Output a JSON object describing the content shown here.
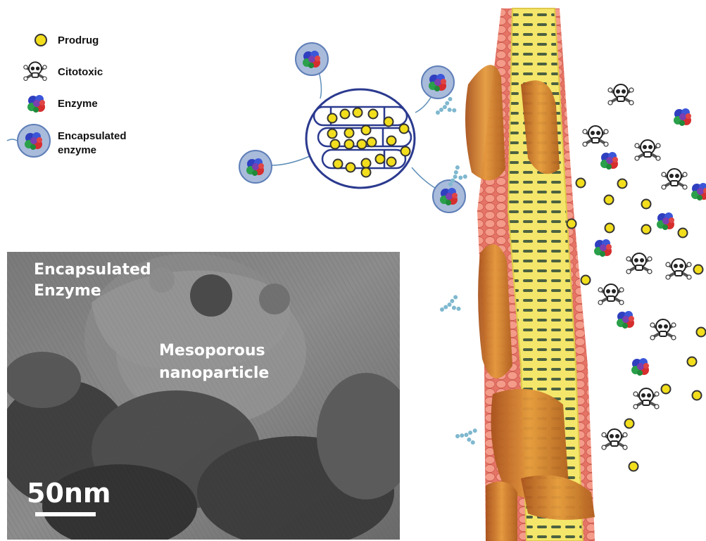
{
  "legend": {
    "prodrug": "Prodrug",
    "citotoxic": "Citotoxic",
    "enzyme": "Enzyme",
    "encapsulated_line1": "Encapsulated",
    "encapsulated_line2": "enzyme"
  },
  "micrograph": {
    "label_enzyme_line1": "Encapsulated",
    "label_enzyme_line2": "Enzyme",
    "label_particle_line1": "Mesoporous",
    "label_particle_line2": "nanoparticle",
    "scale_bar": "50nm"
  },
  "colors": {
    "prodrug": "#f2de1c",
    "prodrug_outline": "#333333",
    "particle_outline": "#2b3a8f",
    "capsule_fill": "#9fb3d6",
    "membrane_core": "#f4e66a",
    "membrane_bead": "#f08a7a",
    "protein": "#d98b2e"
  },
  "icons": [
    "prodrug-dot-icon",
    "skull-icon",
    "enzyme-icon",
    "encapsulated-enzyme-icon"
  ]
}
